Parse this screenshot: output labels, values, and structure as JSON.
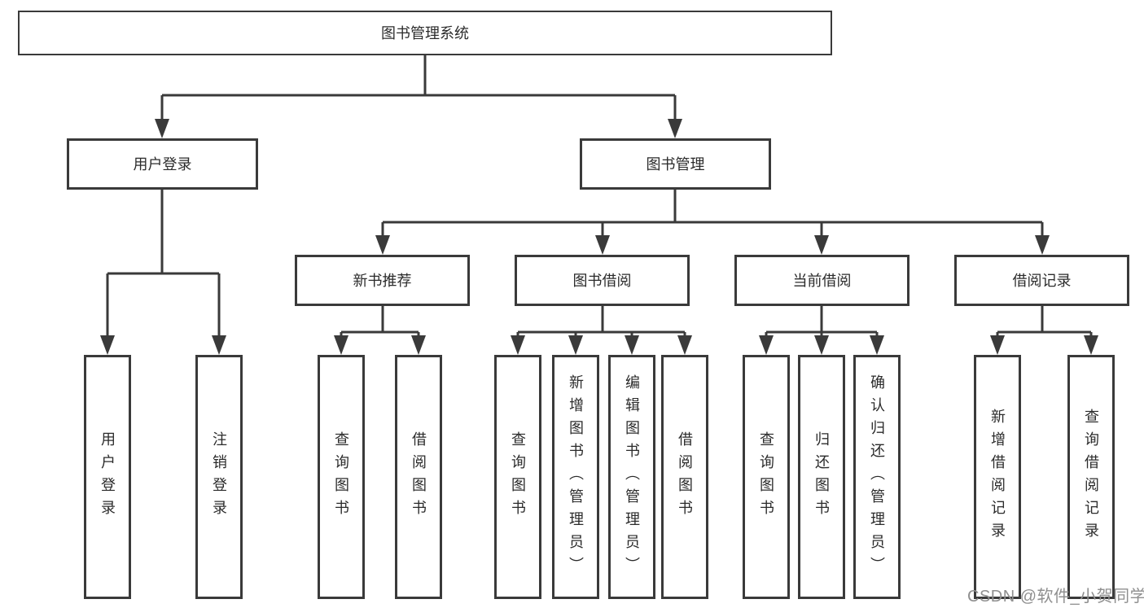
{
  "colors": {
    "line": "#3a3a3a",
    "box_border": "#3a3a3a",
    "box_background": "#ffffff",
    "text": "#2b2b2b",
    "watermark_text": "#8f8f8f",
    "background": "#ffffff"
  },
  "tree": {
    "root": {
      "label": "图书管理系统",
      "children": [
        {
          "label": "用户登录",
          "children": [
            {
              "label": "用户登录"
            },
            {
              "label": "注销登录"
            }
          ]
        },
        {
          "label": "图书管理",
          "children": [
            {
              "label": "新书推荐",
              "children": [
                {
                  "label": "查询图书"
                },
                {
                  "label": "借阅图书"
                }
              ]
            },
            {
              "label": "图书借阅",
              "children": [
                {
                  "label": "查询图书"
                },
                {
                  "label": "新增图书（管理员）"
                },
                {
                  "label": "编辑图书（管理员）"
                },
                {
                  "label": "借阅图书"
                }
              ]
            },
            {
              "label": "当前借阅",
              "children": [
                {
                  "label": "查询图书"
                },
                {
                  "label": "归还图书"
                },
                {
                  "label": "确认归还（管理员）"
                }
              ]
            },
            {
              "label": "借阅记录",
              "children": [
                {
                  "label": "新增借阅记录"
                },
                {
                  "label": "查询借阅记录"
                }
              ]
            }
          ]
        }
      ]
    }
  },
  "watermark": {
    "text": "CSDN @软件_小贺同学"
  }
}
